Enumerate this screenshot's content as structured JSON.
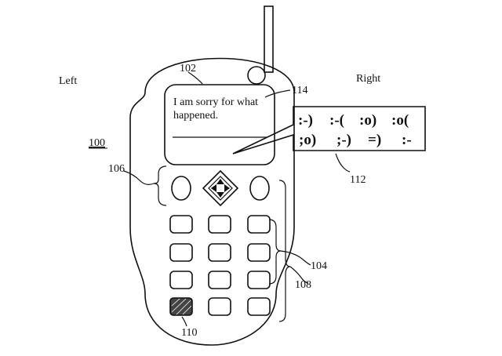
{
  "labels": {
    "left": "Left",
    "right": "Right",
    "device_ref": "100",
    "screen_ref": "102",
    "key_group_ref": "104",
    "nav_ref": "106",
    "keypad_ref": "108",
    "special_key_ref": "110",
    "bubble_ref": "112",
    "pointer_ref": "114"
  },
  "screen": {
    "line1": "I am sorry for what",
    "line2": "happened."
  },
  "emoticons": {
    "row1": [
      ":-)",
      ":-(",
      ":o)",
      ":o("
    ],
    "row2": [
      ";o)",
      ";-)",
      "=)",
      ":-"
    ]
  },
  "colors": {
    "ink": "#111111",
    "background": "#ffffff"
  }
}
